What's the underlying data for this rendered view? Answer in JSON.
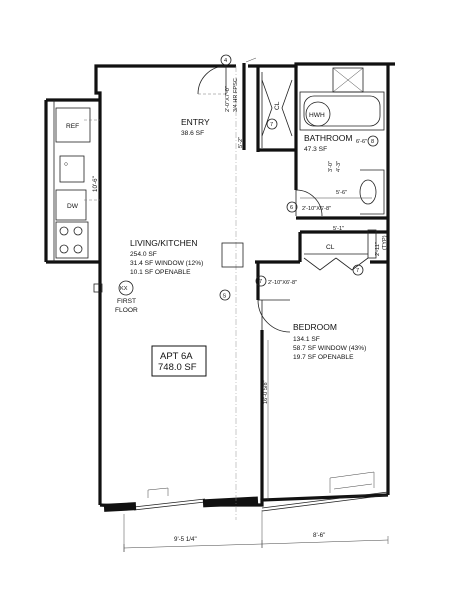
{
  "rooms": {
    "entry": {
      "name": "ENTRY",
      "area": "38.6 SF"
    },
    "living": {
      "name": "LIVING/KITCHEN",
      "area": "254.0 SF",
      "window": "31.4 SF WINDOW (12%)",
      "openable": "10.1 SF OPENABLE"
    },
    "bathroom": {
      "name": "BATHROOM",
      "area": "47.3 SF"
    },
    "bedroom": {
      "name": "BEDROOM",
      "area": "134.1 SF",
      "window": "58.7 SF WINDOW (43%)",
      "openable": "19.7 SF OPENABLE"
    }
  },
  "apartment": {
    "name": "APT 6A",
    "area": "748.0 SF"
  },
  "fixtures": {
    "ref": "REF",
    "dw": "DW",
    "hwh": "HWH",
    "closet": "CL",
    "closet2": "CL",
    "kx": "KX",
    "first_floor": "FIRST",
    "first_floor2": "FLOOR",
    "smoke": "S",
    "typ": "(TYP)",
    "bath_vert": "3'-0\"",
    "bath_vert2": "4'-3\""
  },
  "tags": {
    "t4": "4",
    "t7a": "7",
    "t7b": "7",
    "t7c": "7",
    "t6": "6",
    "t8": "8"
  },
  "dimensions": {
    "kitchen_len": "10'-6\"",
    "door_entry": "2'-0\"X7'-0\"",
    "fpsc": "3/4 HR FPSC",
    "entry_w": "5'-2\"",
    "bath_w": "6'-6\"",
    "bath_door_w": "5'-6\"",
    "bath_door": "2'-10\"X6'-8\"",
    "cl_w": "5'-1\"",
    "cl_h": "2'-11\"",
    "bed_door": "2'-10\"X6'-8\"",
    "bed_h": "16'-0 5/8\"",
    "living_w": "9'-5 1/4\"",
    "bed_w": "8'-6\""
  }
}
